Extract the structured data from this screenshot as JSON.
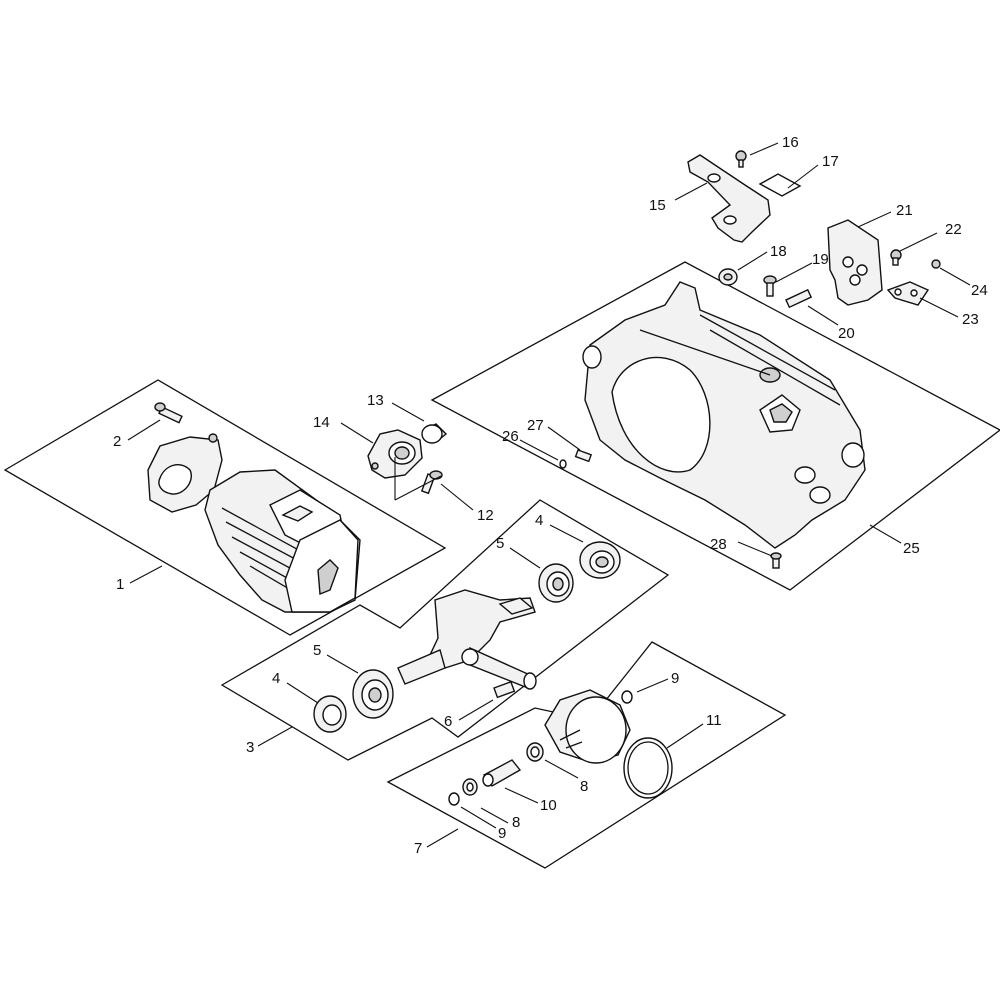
{
  "callouts": [
    {
      "id": "c1",
      "label": "1"
    },
    {
      "id": "c2",
      "label": "2"
    },
    {
      "id": "c3",
      "label": "3"
    },
    {
      "id": "c4a",
      "label": "4"
    },
    {
      "id": "c4b",
      "label": "4"
    },
    {
      "id": "c5a",
      "label": "5"
    },
    {
      "id": "c5b",
      "label": "5"
    },
    {
      "id": "c6",
      "label": "6"
    },
    {
      "id": "c7",
      "label": "7"
    },
    {
      "id": "c8a",
      "label": "8"
    },
    {
      "id": "c8b",
      "label": "8"
    },
    {
      "id": "c9a",
      "label": "9"
    },
    {
      "id": "c9b",
      "label": "9"
    },
    {
      "id": "c10",
      "label": "10"
    },
    {
      "id": "c11",
      "label": "11"
    },
    {
      "id": "c12",
      "label": "12"
    },
    {
      "id": "c13",
      "label": "13"
    },
    {
      "id": "c14",
      "label": "14"
    },
    {
      "id": "c15",
      "label": "15"
    },
    {
      "id": "c16",
      "label": "16"
    },
    {
      "id": "c17",
      "label": "17"
    },
    {
      "id": "c18",
      "label": "18"
    },
    {
      "id": "c19",
      "label": "19"
    },
    {
      "id": "c20",
      "label": "20"
    },
    {
      "id": "c21",
      "label": "21"
    },
    {
      "id": "c22",
      "label": "22"
    },
    {
      "id": "c23",
      "label": "23"
    },
    {
      "id": "c24",
      "label": "24"
    },
    {
      "id": "c25",
      "label": "25"
    },
    {
      "id": "c26",
      "label": "26"
    },
    {
      "id": "c27",
      "label": "27"
    },
    {
      "id": "c28",
      "label": "28"
    }
  ]
}
